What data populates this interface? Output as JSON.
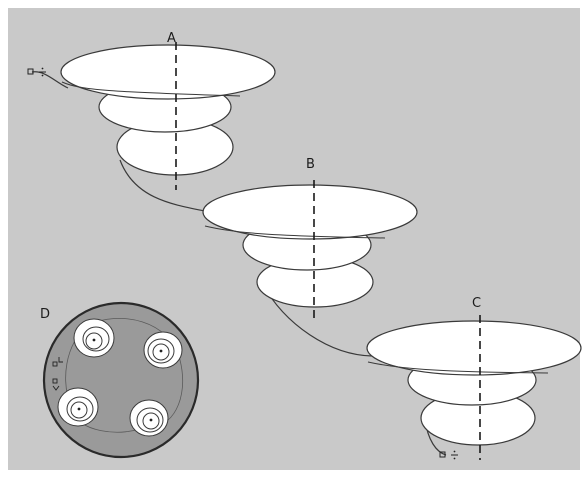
{
  "diagram": {
    "labels": {
      "a": "A",
      "b": "B",
      "c": "C",
      "d": "D"
    },
    "colors": {
      "background": "#c9c9c9",
      "loop_fill": "#ffffff",
      "stroke": "#3a3a3a",
      "disc_fill": "#9a9a9a",
      "disc_rim": "#2a2a2a"
    },
    "icons": {
      "start_marker": "square-with-divide-icon",
      "end_marker": "square-with-divide-icon"
    }
  }
}
